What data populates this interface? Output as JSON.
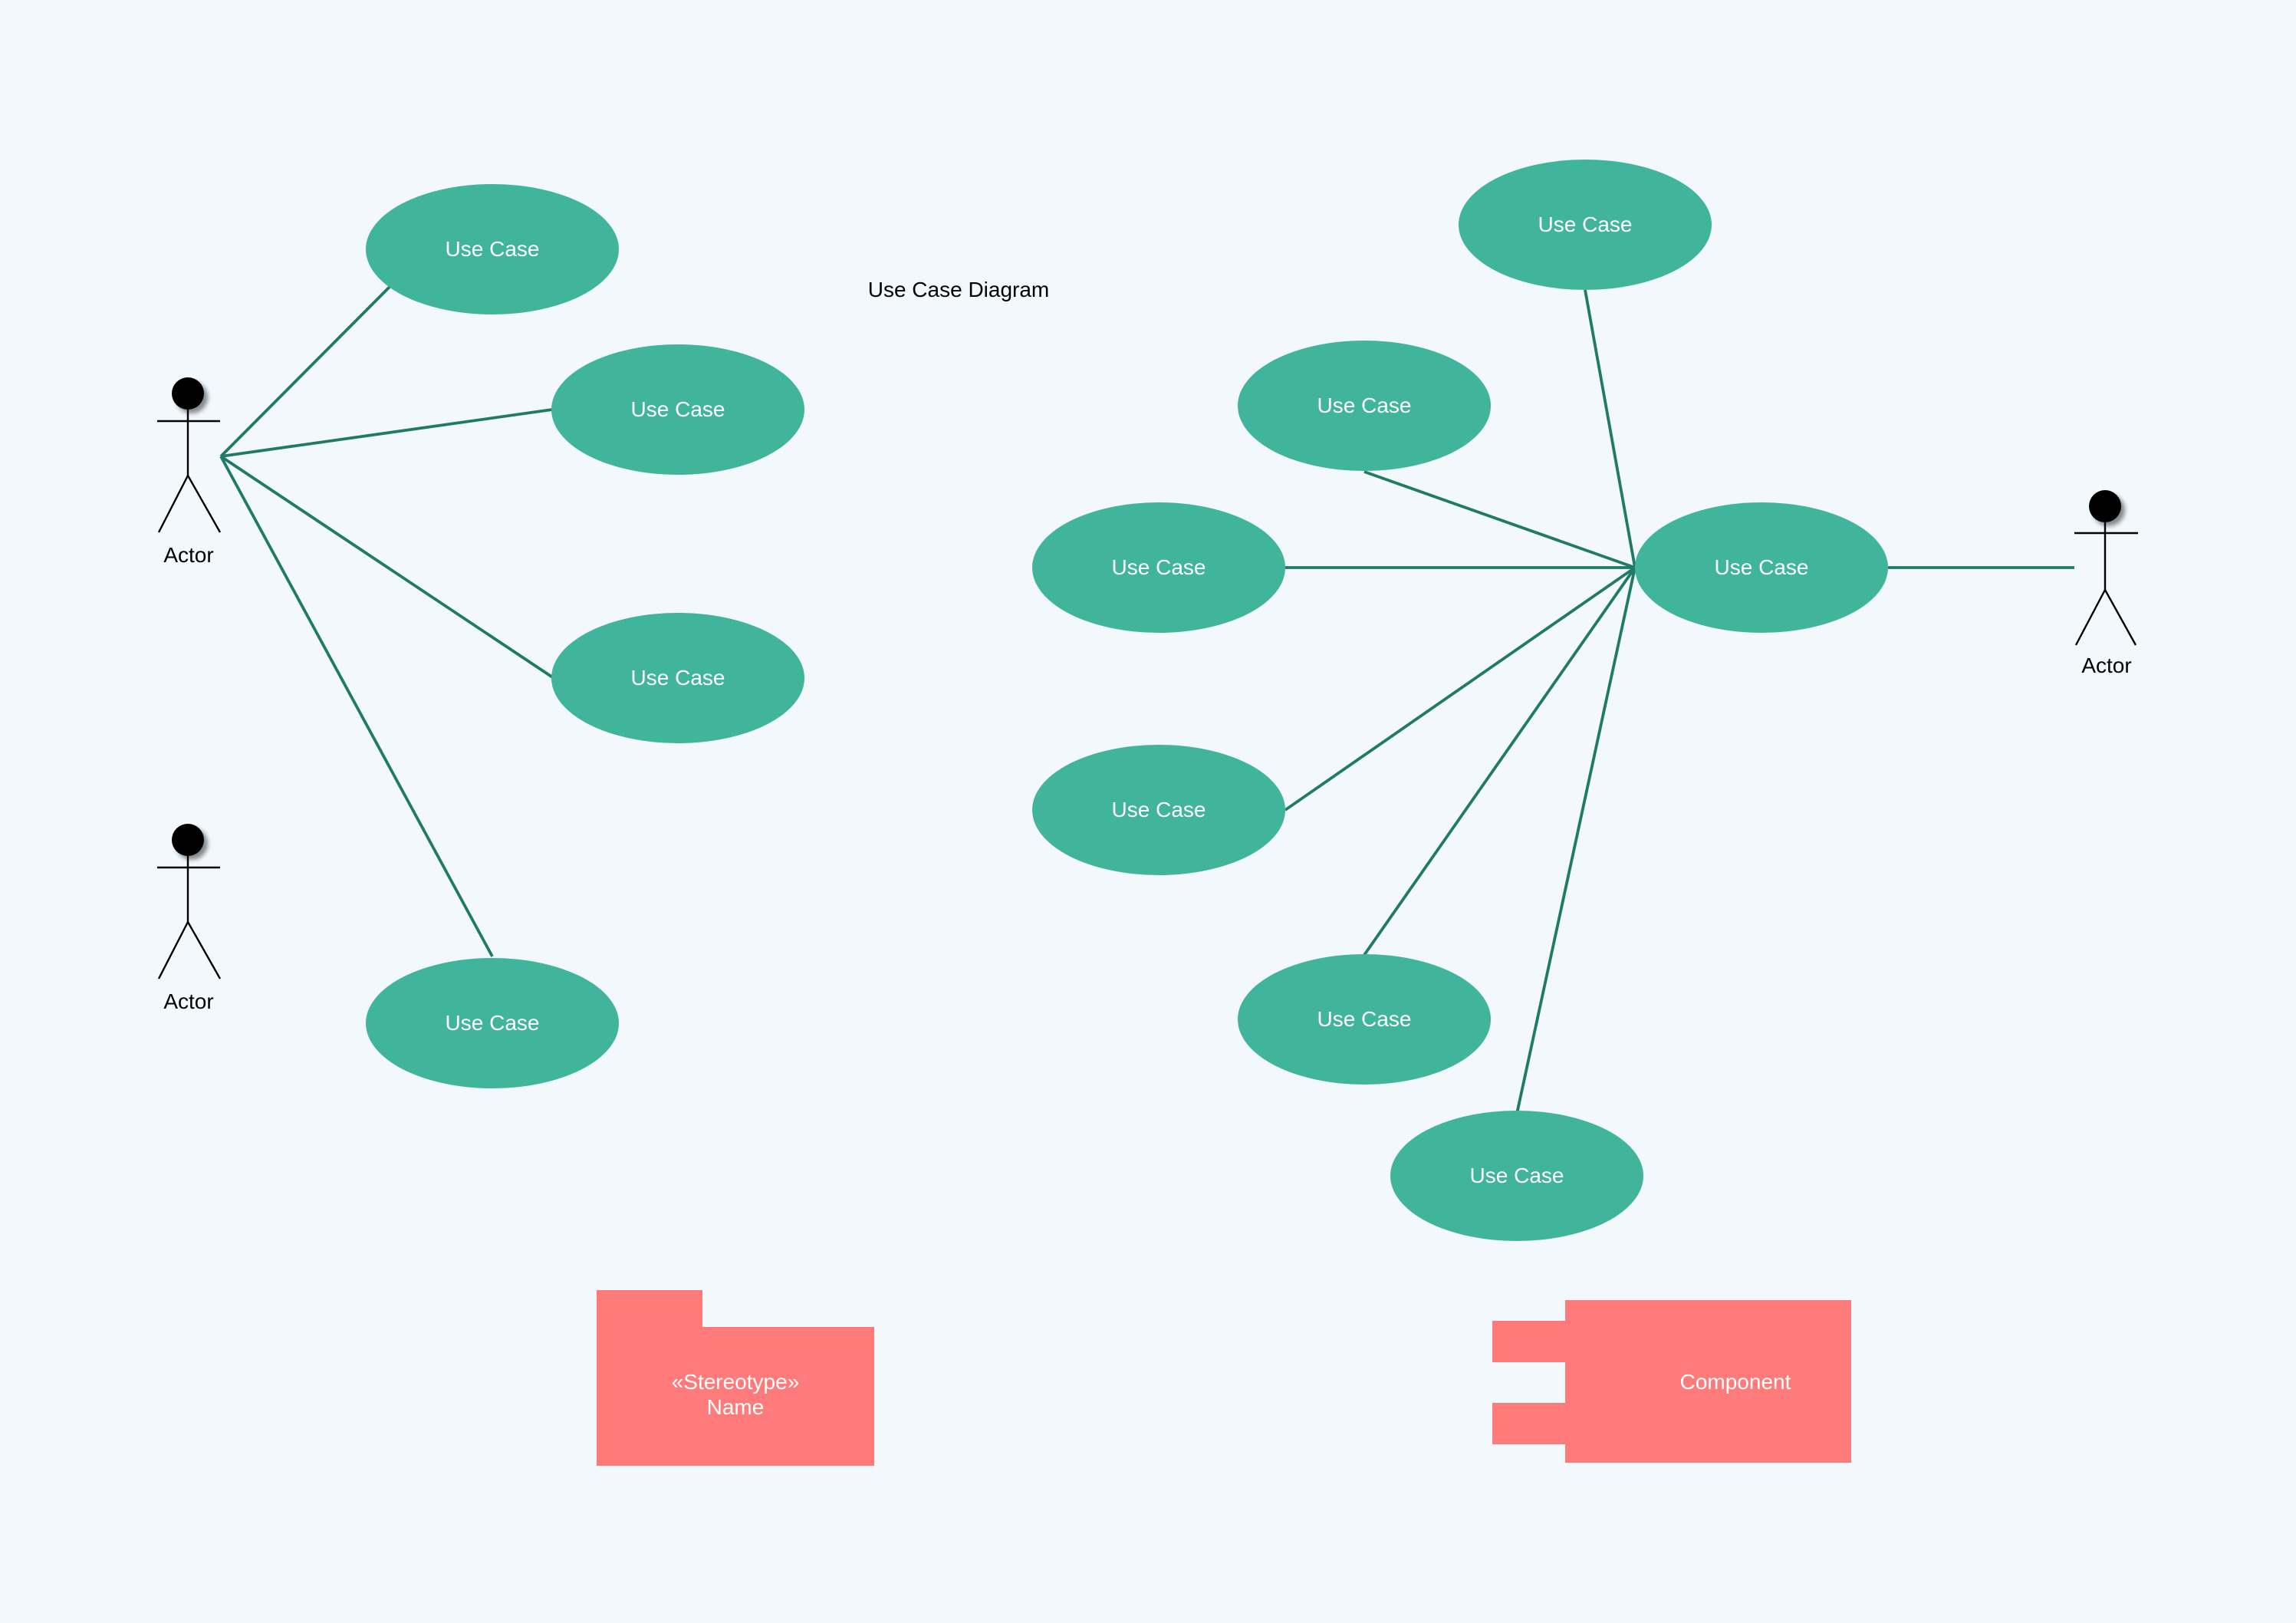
{
  "diagram": {
    "title": "Use Case Diagram",
    "colors": {
      "background": "#f3f8fc",
      "use_case_fill": "#40b59c",
      "association_line": "#1f7a66",
      "package_fill": "#ff7a7a",
      "component_fill": "#ff7a7a"
    },
    "actors": [
      {
        "label": "Actor"
      },
      {
        "label": "Actor"
      },
      {
        "label": "Actor"
      }
    ],
    "use_cases": [
      {
        "label": "Use Case"
      },
      {
        "label": "Use Case"
      },
      {
        "label": "Use Case"
      },
      {
        "label": "Use Case"
      },
      {
        "label": "Use Case"
      },
      {
        "label": "Use Case"
      },
      {
        "label": "Use Case"
      },
      {
        "label": "Use Case"
      },
      {
        "label": "Use Case"
      },
      {
        "label": "Use Case"
      },
      {
        "label": "Use Case"
      }
    ],
    "package": {
      "stereotype": "«Stereotype»",
      "name": "Name"
    },
    "component": {
      "label": "Component"
    }
  }
}
